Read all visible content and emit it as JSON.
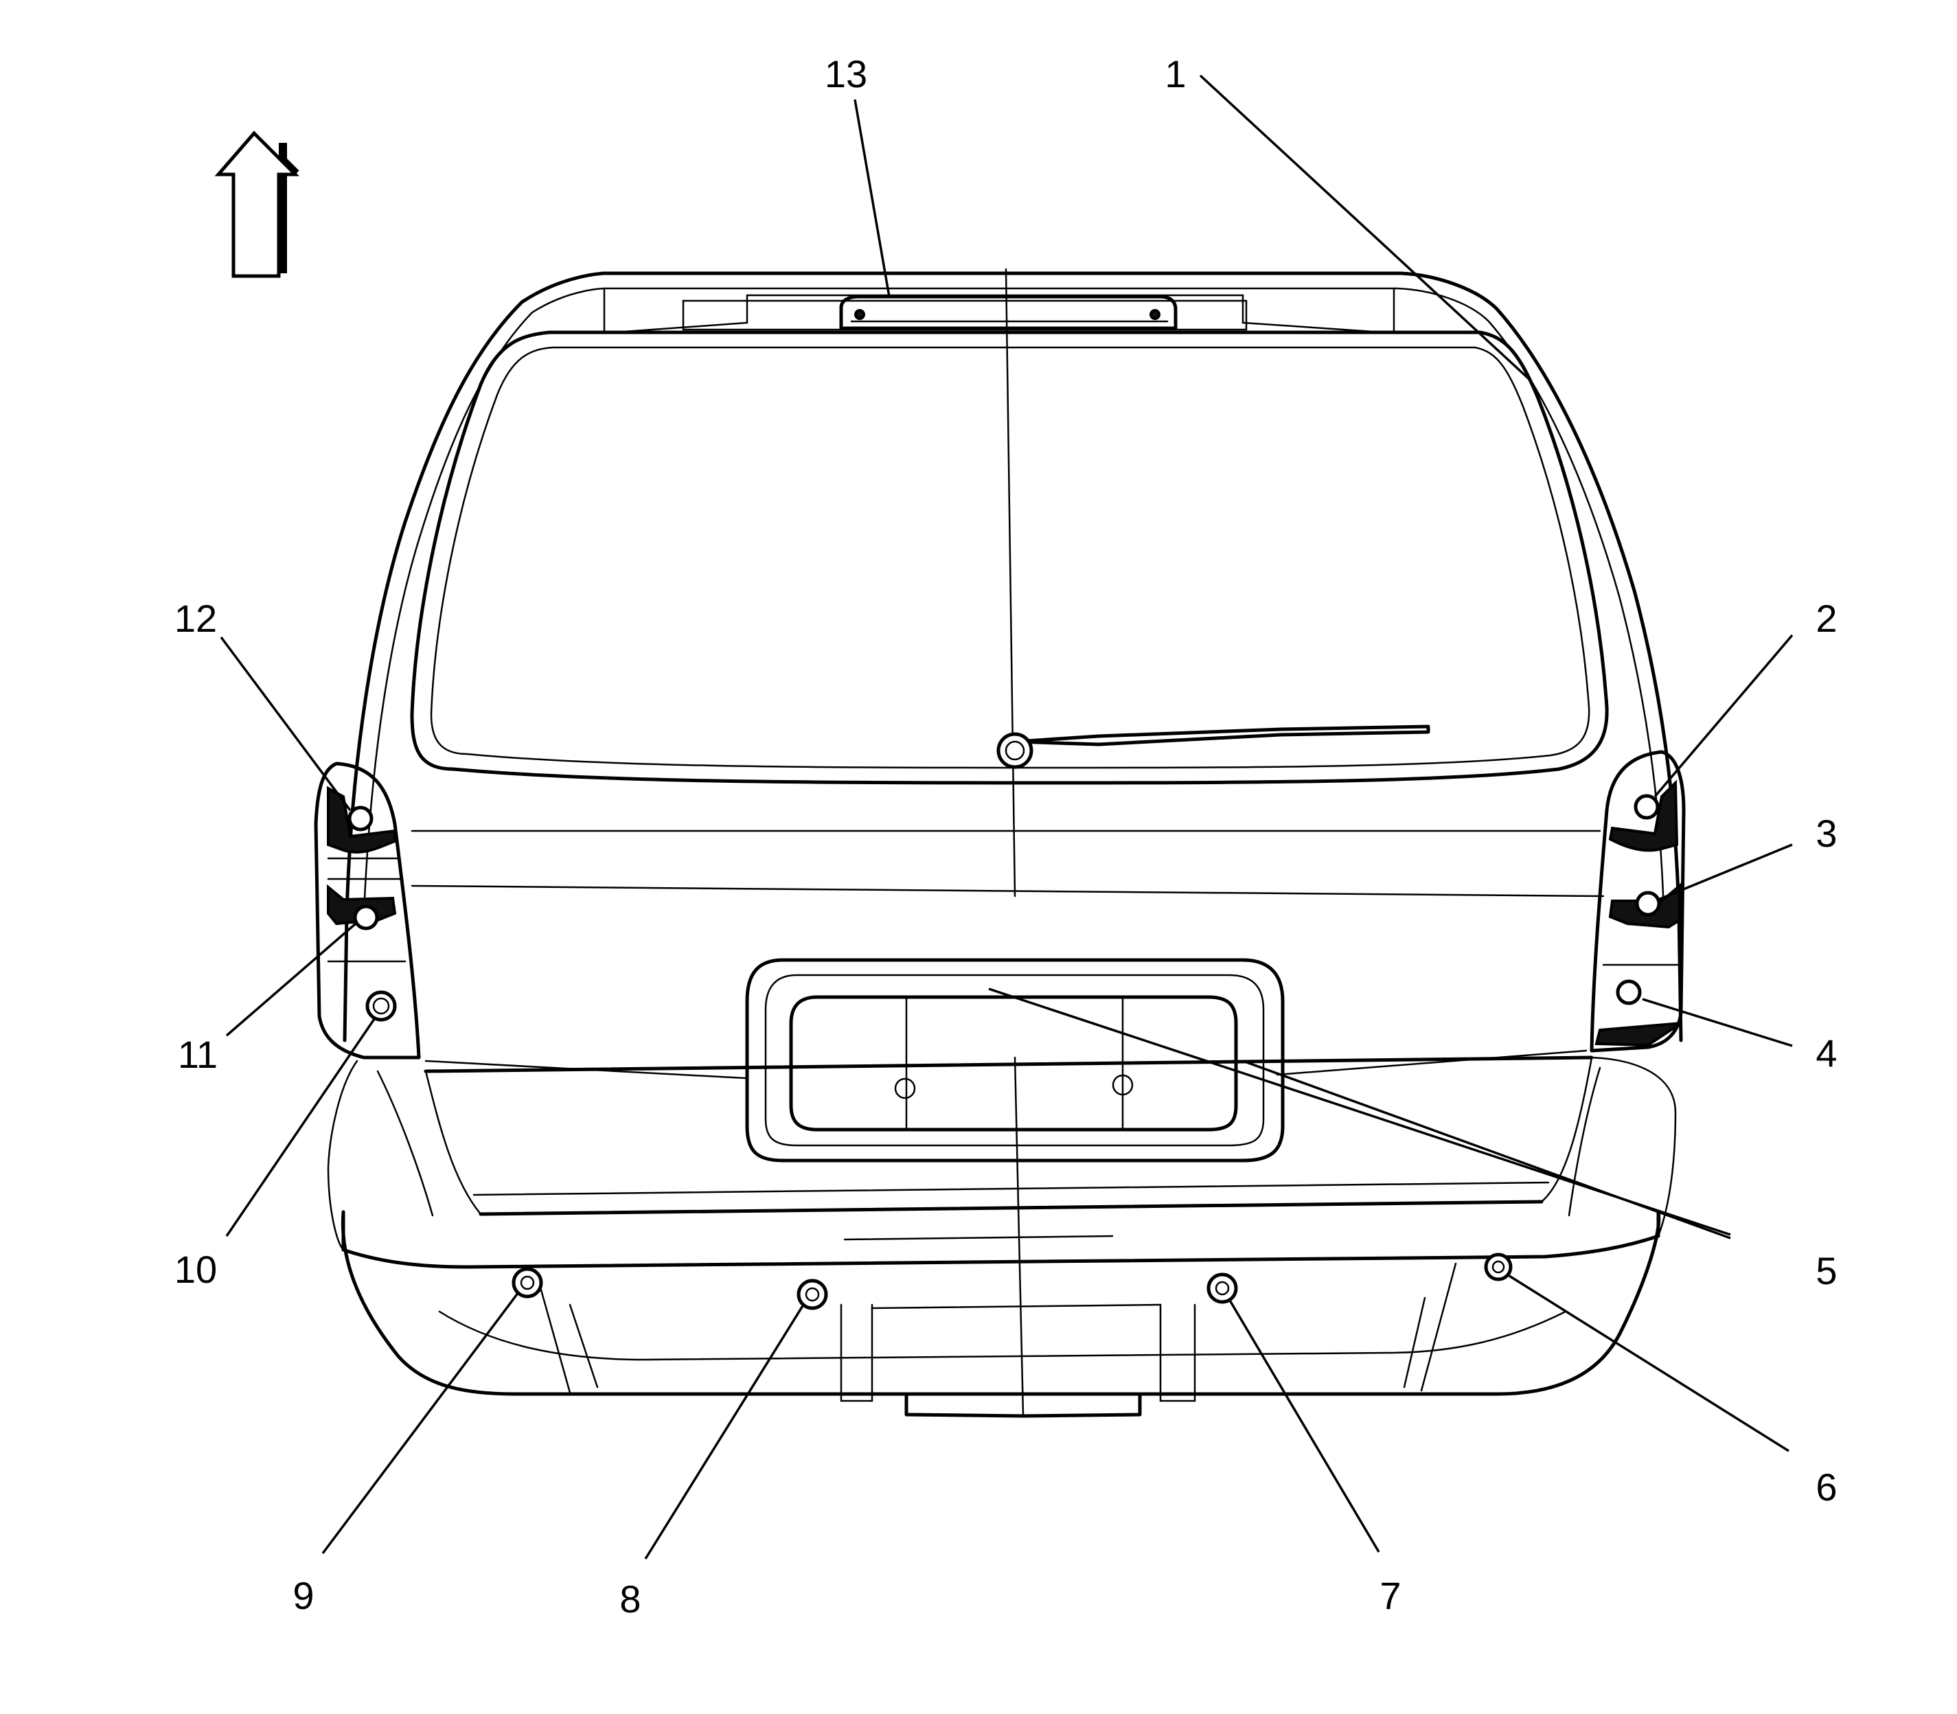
{
  "figure": {
    "callouts": [
      {
        "id": "callout-1",
        "label": "1"
      },
      {
        "id": "callout-2",
        "label": "2"
      },
      {
        "id": "callout-3",
        "label": "3"
      },
      {
        "id": "callout-4",
        "label": "4"
      },
      {
        "id": "callout-5",
        "label": "5"
      },
      {
        "id": "callout-6",
        "label": "6"
      },
      {
        "id": "callout-7",
        "label": "7"
      },
      {
        "id": "callout-8",
        "label": "8"
      },
      {
        "id": "callout-9",
        "label": "9"
      },
      {
        "id": "callout-10",
        "label": "10"
      },
      {
        "id": "callout-11",
        "label": "11"
      },
      {
        "id": "callout-12",
        "label": "12"
      },
      {
        "id": "callout-13",
        "label": "13"
      }
    ],
    "icons": {
      "direction": "up-arrow-icon"
    }
  }
}
